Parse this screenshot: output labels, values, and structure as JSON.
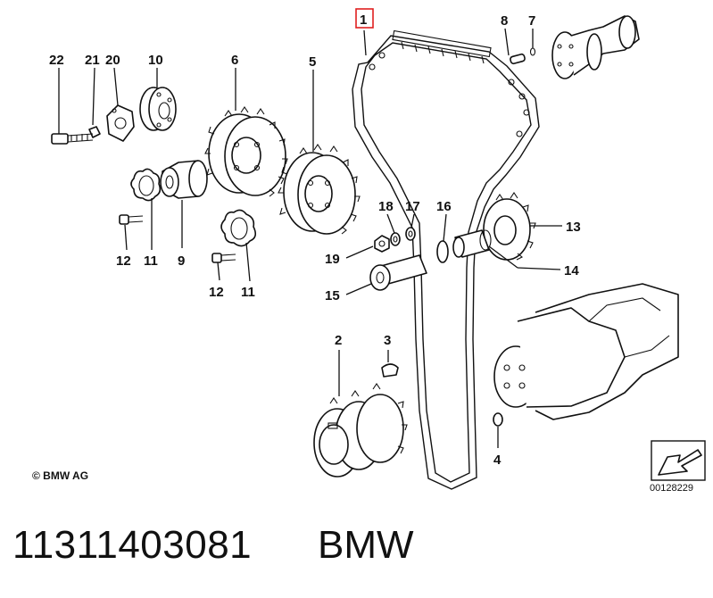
{
  "diagram": {
    "callouts": {
      "c1": "1",
      "c2": "2",
      "c3": "3",
      "c4": "4",
      "c5": "5",
      "c6": "6",
      "c7": "7",
      "c8": "8",
      "c9": "9",
      "c10": "10",
      "c11a": "11",
      "c11b": "11",
      "c12a": "12",
      "c12b": "12",
      "c13": "13",
      "c14": "14",
      "c15": "15",
      "c16": "16",
      "c17": "17",
      "c18": "18",
      "c19": "19",
      "c20": "20",
      "c21": "21",
      "c22": "22"
    },
    "highlighted_callout": "1",
    "highlight_color": "#e02020",
    "copyright": "© BMW AG",
    "reference_number": "00128229",
    "direction_icon": "arrow-down-left-icon"
  },
  "footer": {
    "part_number": "11311403081",
    "brand": "BMW"
  }
}
